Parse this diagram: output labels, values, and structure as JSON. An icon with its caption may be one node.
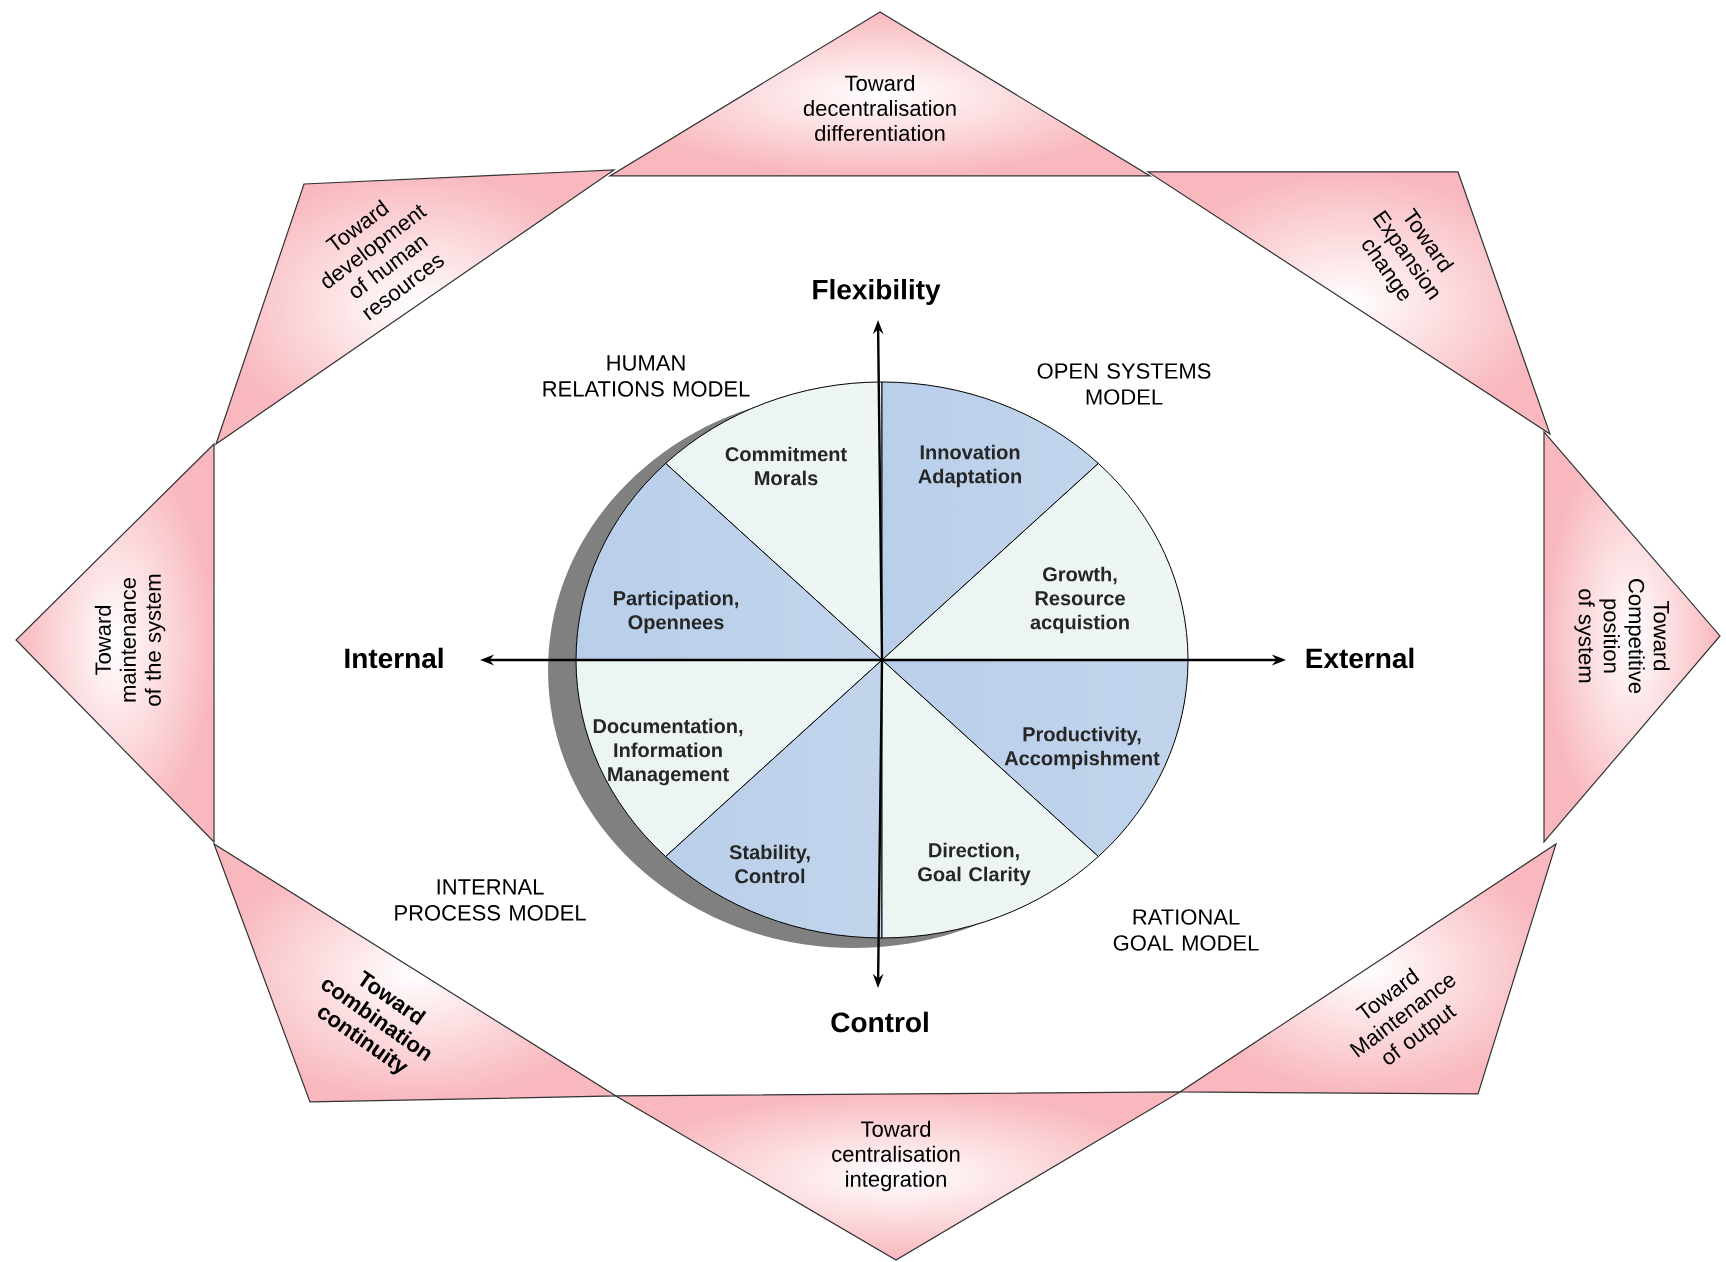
{
  "diagram": {
    "nodes": [
      {
        "text": [
          "Toward decentralisation differentiation"
        ]
      },
      {
        "text": [
          "Toward development of human resources"
        ]
      },
      {
        "text": [
          "Toward Expansion change"
        ]
      },
      {
        "text": [
          "Toward maintenance of the system"
        ]
      },
      {
        "text": [
          "Toward Competitive position of system"
        ]
      },
      {
        "text": [
          "Toward combination continuity"
        ]
      },
      {
        "text": [
          "Toward centralisation integration"
        ]
      },
      {
        "text": [
          "Toward Maintenance of output"
        ]
      },
      {
        "text": [
          "Commitment Morals"
        ]
      },
      {
        "text": [
          "Innovation Adaptation"
        ]
      },
      {
        "text": [
          "Participation, Opennees"
        ]
      },
      {
        "text": [
          "Growth, Resource acquistion"
        ]
      },
      {
        "text": [
          "Documentation, Information Management"
        ]
      },
      {
        "text": [
          "Productivity, Accompishment"
        ]
      },
      {
        "text": [
          "Stability, Control"
        ]
      },
      {
        "text": [
          "Direction, Goal Clarity"
        ]
      }
    ],
    "labels": [
      "Flexibility",
      "HUMAN RELATIONS MODEL",
      "OPEN SYSTEMS MODEL",
      "Internal",
      "External",
      "INTERNAL PROCESS MODEL",
      "RATIONAL GOAL MODEL",
      "Control"
    ]
  }
}
